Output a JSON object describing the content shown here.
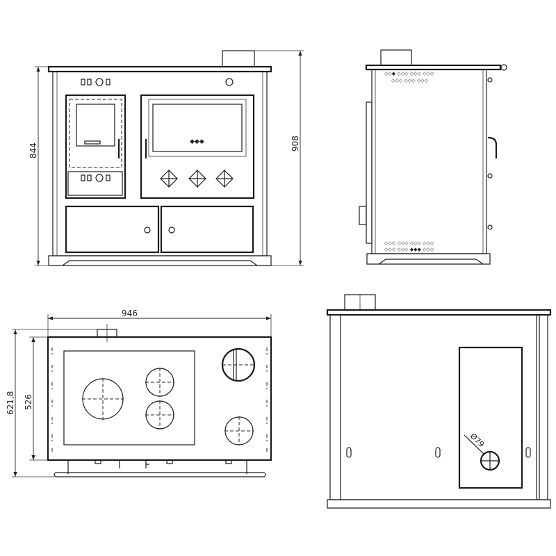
{
  "front_view": {
    "height_label": "844",
    "total_height_label": "908"
  },
  "top_view": {
    "width_label": "946",
    "depth_total_label": "621,8",
    "depth_label": "526"
  },
  "back_view": {
    "flue_diameter_label": "Ø79"
  },
  "colors": {
    "line": "#1a1a1a",
    "background": "#ffffff"
  }
}
